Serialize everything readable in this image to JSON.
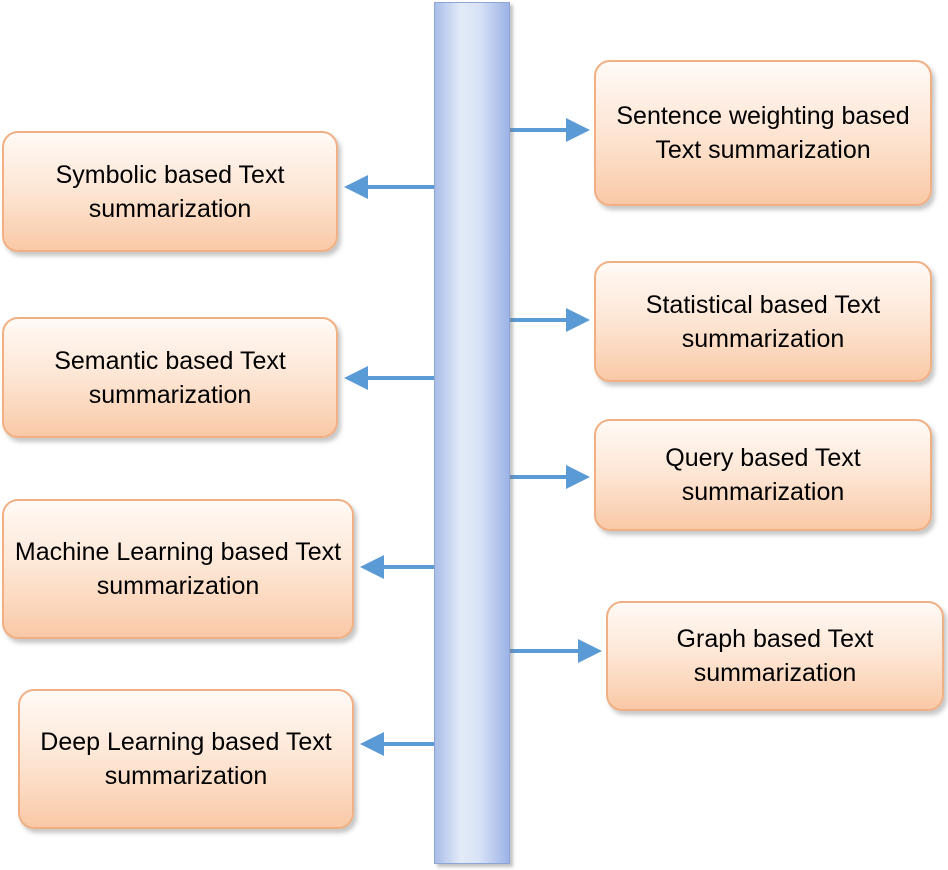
{
  "diagram": {
    "center_bar": "",
    "left_nodes": [
      {
        "label": "Symbolic based Text summarization"
      },
      {
        "label": "Semantic based Text summarization"
      },
      {
        "label": "Machine Learning based Text summarization"
      },
      {
        "label": "Deep Learning based Text summarization"
      }
    ],
    "right_nodes": [
      {
        "label": "Sentence weighting based Text summarization"
      },
      {
        "label": "Statistical based Text summarization"
      },
      {
        "label": "Query based Text summarization"
      },
      {
        "label": "Graph based Text summarization"
      }
    ],
    "colors": {
      "node_fill_top": "#fffaf6",
      "node_fill_bottom": "#f9c9a6",
      "node_border": "#f0b084",
      "bar_fill": "#c9d6f2",
      "bar_border": "#8da6d6",
      "arrow": "#5b9bd5"
    },
    "arrow_direction": "outward-from-center-bar"
  }
}
